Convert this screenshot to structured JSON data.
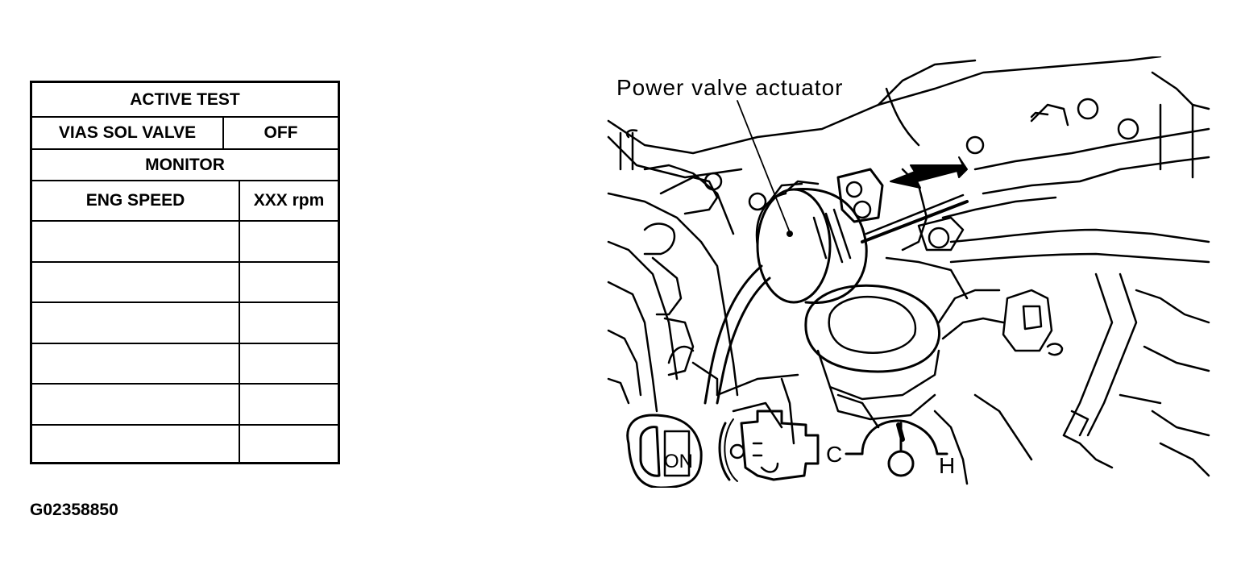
{
  "table": {
    "header": "ACTIVE TEST",
    "row1": {
      "label": "VIAS SOL VALVE",
      "value": "OFF"
    },
    "section": "MONITOR",
    "row2": {
      "label": "ENG SPEED",
      "value": "XXX rpm"
    },
    "empty_rows": 6
  },
  "diagram": {
    "callout": "Power valve actuator",
    "key_label": "ON",
    "temp_cold": "C",
    "temp_hot": "H",
    "icons": [
      "ignition-key-icon",
      "engine-icon",
      "temperature-gauge-icon"
    ]
  },
  "figure_id": "G02358850"
}
